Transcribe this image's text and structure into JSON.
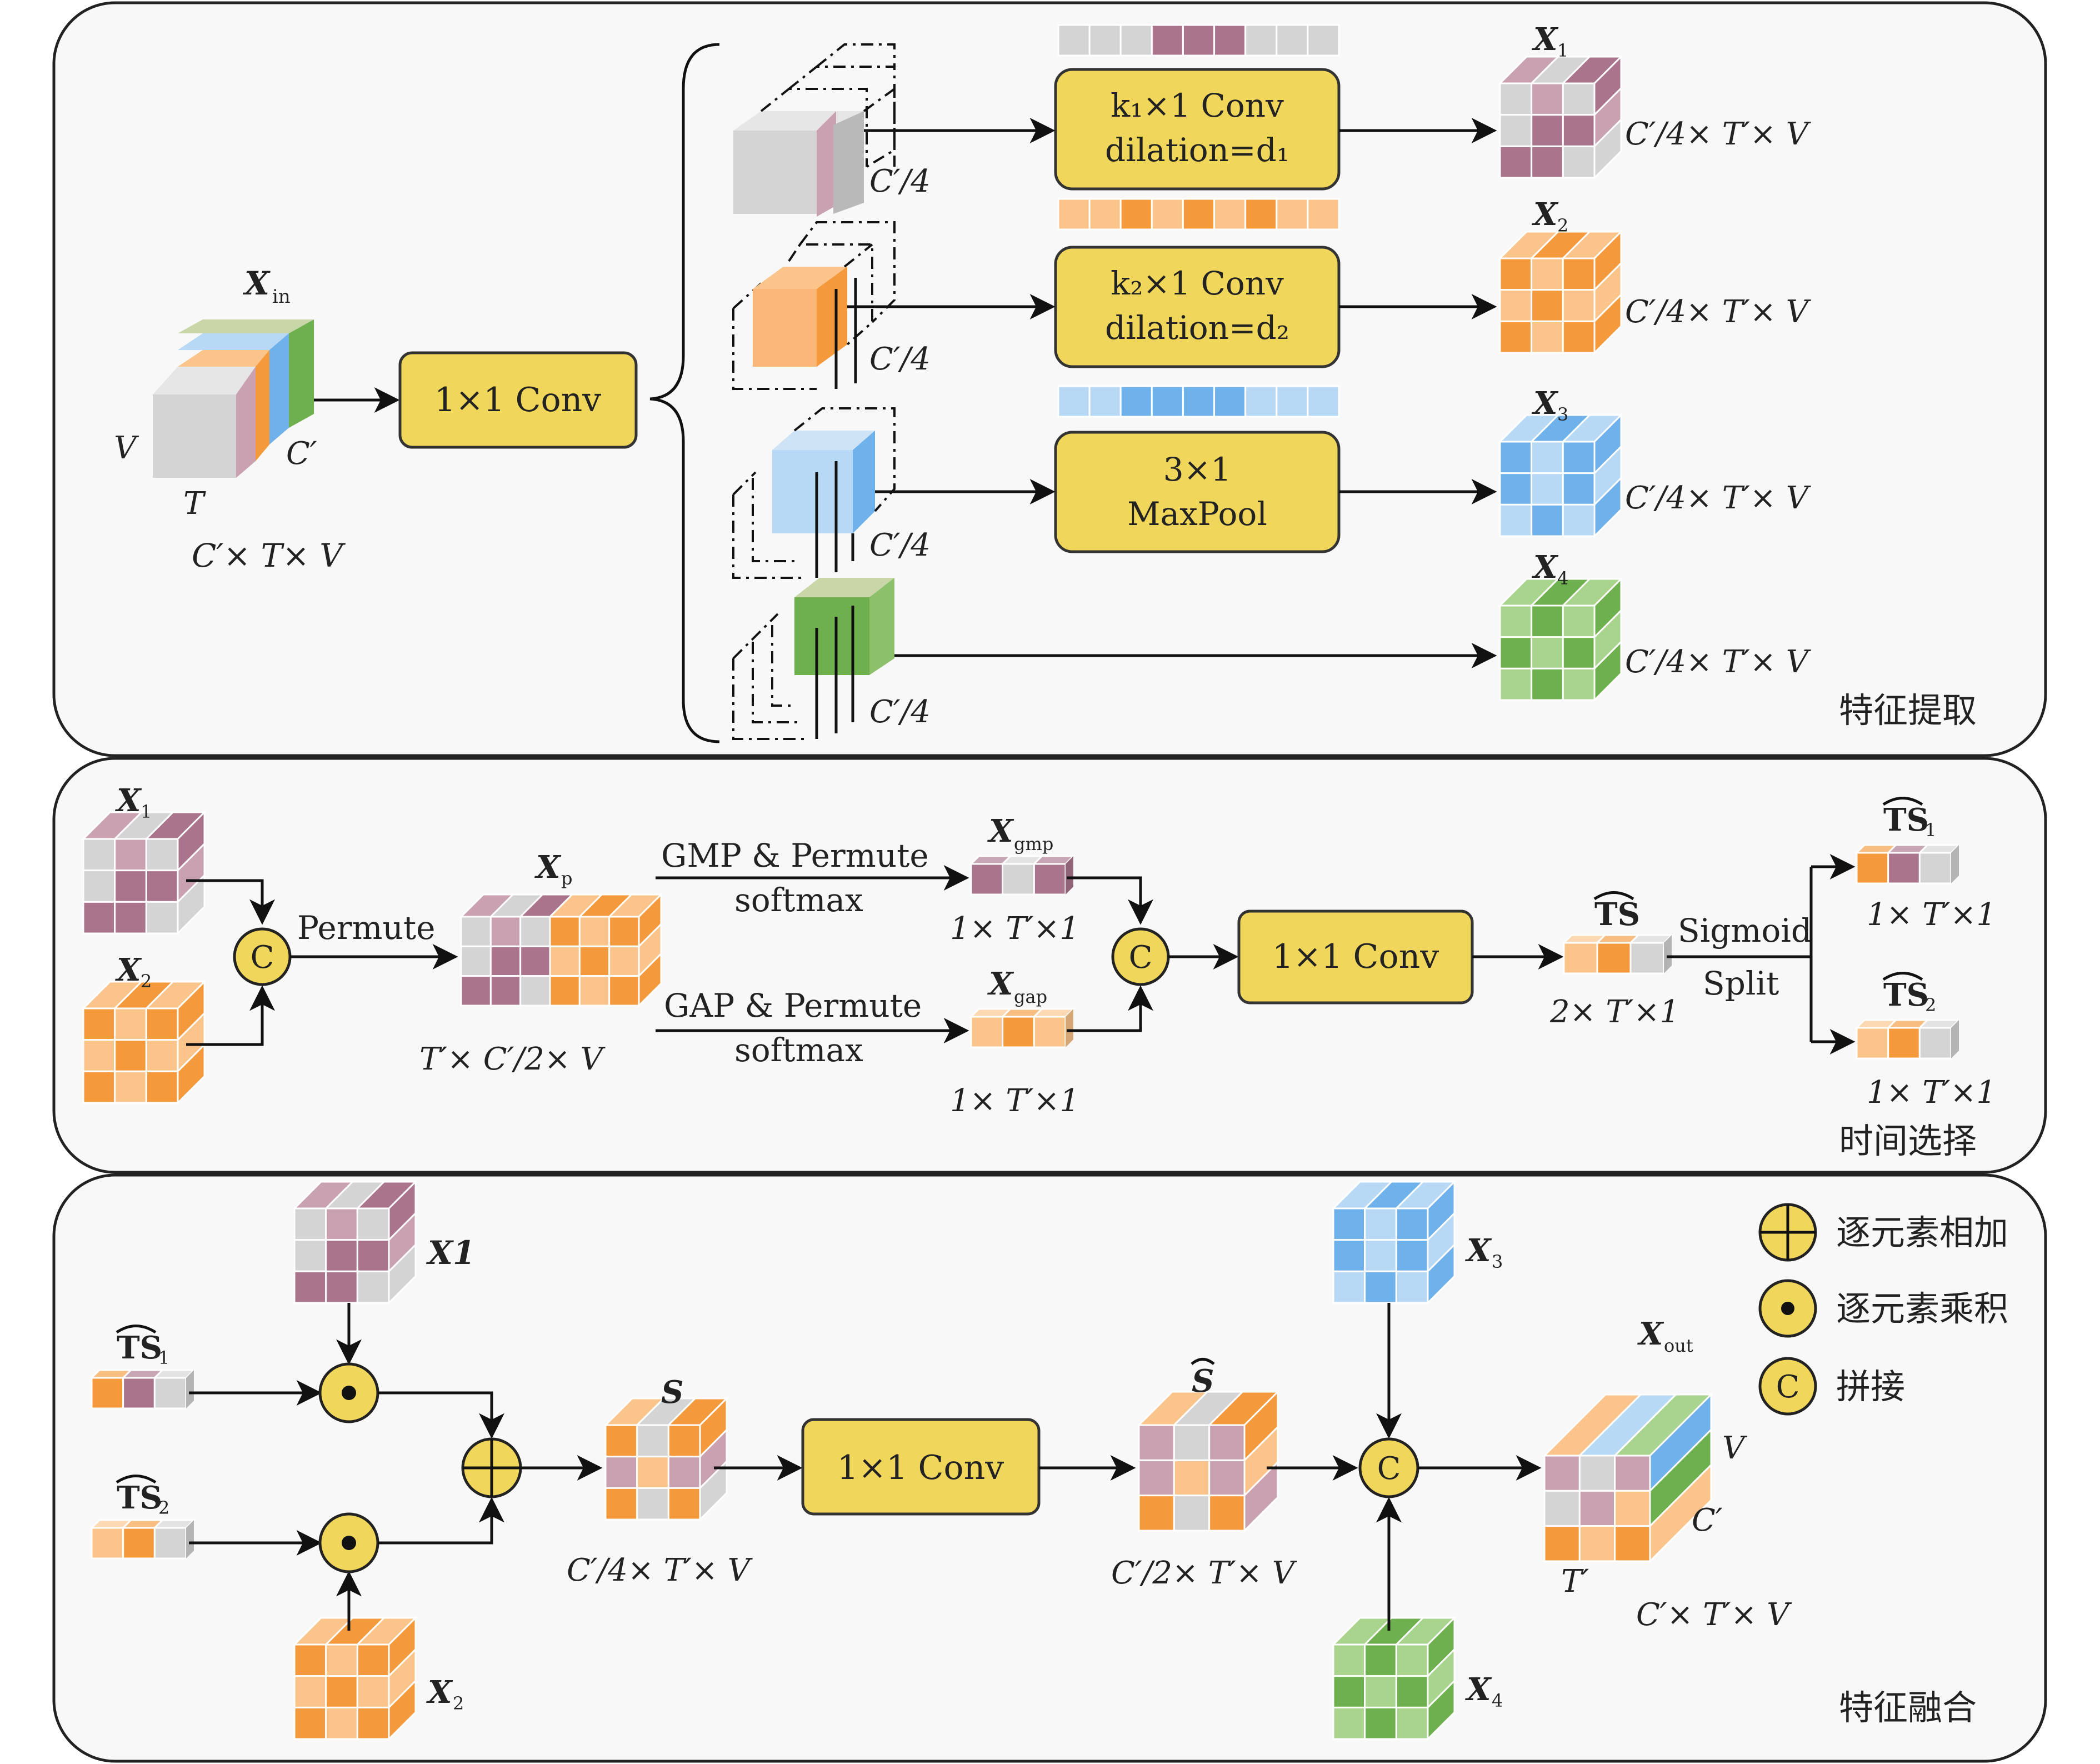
{
  "sections": {
    "extract": "特征提取",
    "select": "时间选择",
    "fusion": "特征融合"
  },
  "extract": {
    "input_name": "X",
    "input_sub": "in",
    "axis_v": "V",
    "axis_t": "T",
    "axis_c": "C′",
    "input_dims": "C′× T× V",
    "conv1": "1×1 Conv",
    "branch_channels": "C′/4",
    "branch1_box": [
      "k₁×1 Conv",
      "dilation=d₁"
    ],
    "branch2_box": [
      "k₂×1 Conv",
      "dilation=d₂"
    ],
    "branch3_box": [
      "3×1",
      "MaxPool"
    ],
    "outputs": [
      {
        "name": "X",
        "sub": "1",
        "dims": "C′/4× T′× V"
      },
      {
        "name": "X",
        "sub": "2",
        "dims": "C′/4× T′× V"
      },
      {
        "name": "X",
        "sub": "3",
        "dims": "C′/4× T′× V"
      },
      {
        "name": "X",
        "sub": "4",
        "dims": "C′/4× T′× V"
      }
    ]
  },
  "select": {
    "x1": {
      "name": "X",
      "sub": "1"
    },
    "x2": {
      "name": "X",
      "sub": "2"
    },
    "permute": "Permute",
    "xp": {
      "name": "X",
      "sub": "p",
      "dims": "T′× C′/2× V"
    },
    "gmp_label": "GMP & Permute",
    "gap_label": "GAP & Permute",
    "softmax": "softmax",
    "xgmp": {
      "name": "X",
      "sub": "gmp",
      "dims": "1× T′×1"
    },
    "xgap": {
      "name": "X",
      "sub": "gap",
      "dims": "1× T′×1"
    },
    "concat": "C",
    "conv": "1×1 Conv",
    "ts": {
      "name": "TS",
      "dims": "2× T′×1"
    },
    "sigmoid": "Sigmoid",
    "split": "Split",
    "ts1": {
      "name": "TS",
      "sub": "1",
      "dims": "1× T′×1"
    },
    "ts2": {
      "name": "TS",
      "sub": "2",
      "dims": "1× T′×1"
    }
  },
  "fusion": {
    "x1": "X1",
    "x2": {
      "name": "X",
      "sub": "2"
    },
    "x3": {
      "name": "X",
      "sub": "3"
    },
    "x4": {
      "name": "X",
      "sub": "4"
    },
    "ts1": {
      "name": "TS",
      "sub": "1"
    },
    "ts2": {
      "name": "TS",
      "sub": "2"
    },
    "s": {
      "name": "S",
      "dims": "C′/4× T′× V"
    },
    "conv": "1×1 Conv",
    "shat": {
      "name": "S",
      "dims": "C′/2× T′× V"
    },
    "concat": "C",
    "xout": {
      "name": "X",
      "sub": "out",
      "dims": "C′× T′× V"
    },
    "axis_v": "V",
    "axis_c": "C′",
    "axis_t": "T′"
  },
  "legend": [
    {
      "icon": "plus-circle-icon",
      "label": "逐元素相加"
    },
    {
      "icon": "dot-circle-icon",
      "label": "逐元素乘积"
    },
    {
      "icon": "c-circle-icon",
      "label": "拼接"
    }
  ],
  "colors": {
    "pink": "#c9a1b1",
    "pink_dark": "#a9748c",
    "gray": "#d4d4d4",
    "orange": "#f49a3c",
    "orange_light": "#fbc48a",
    "blue": "#6fb1ea",
    "blue_light": "#b8d9f5",
    "green": "#6db04d",
    "green_light": "#a9d48e",
    "box_yellow": "#f0d65a"
  }
}
